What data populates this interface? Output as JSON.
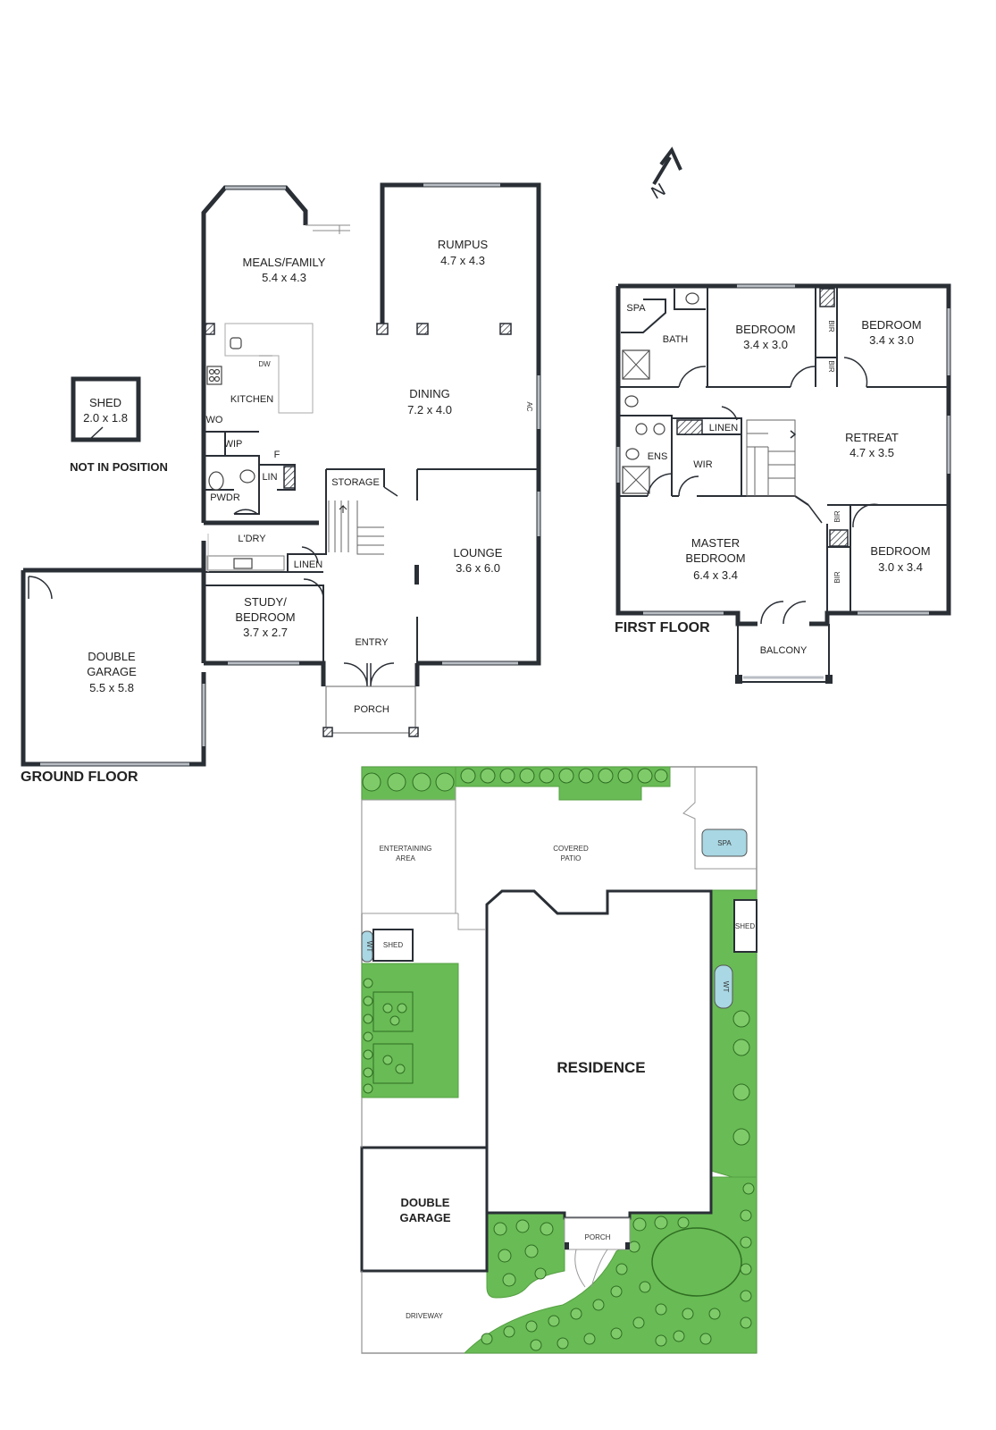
{
  "compass": {
    "label": "N"
  },
  "ground_floor": {
    "label": "GROUND FLOOR",
    "rooms": {
      "meals": {
        "name": "MEALS/FAMILY",
        "size": "5.4 x 4.3"
      },
      "rumpus": {
        "name": "RUMPUS",
        "size": "4.7 x 4.3"
      },
      "dining": {
        "name": "DINING",
        "size": "7.2 x 4.0"
      },
      "kitchen": {
        "name": "KITCHEN"
      },
      "dw": {
        "name": "DW"
      },
      "wo": {
        "name": "WO"
      },
      "wip": {
        "name": "WIP"
      },
      "f": {
        "name": "F"
      },
      "lin": {
        "name": "LIN"
      },
      "pwdr": {
        "name": "PWDR"
      },
      "storage": {
        "name": "STORAGE"
      },
      "ldry": {
        "name": "L'DRY"
      },
      "linen": {
        "name": "LINEN"
      },
      "lounge": {
        "name": "LOUNGE",
        "size": "3.6 x 6.0"
      },
      "study_line1": {
        "name": "STUDY/"
      },
      "study": {
        "name": "BEDROOM",
        "size": "3.7 x 2.7"
      },
      "entry": {
        "name": "ENTRY"
      },
      "porch": {
        "name": "PORCH"
      },
      "ac": {
        "name": "AC"
      },
      "garage_line1": {
        "name": "DOUBLE"
      },
      "garage": {
        "name": "GARAGE",
        "size": "5.5 x 5.8"
      }
    }
  },
  "shed": {
    "name": "SHED",
    "size": "2.0 x 1.8",
    "note": "NOT IN POSITION"
  },
  "first_floor": {
    "label": "FIRST FLOOR",
    "rooms": {
      "spa": {
        "name": "SPA"
      },
      "bath": {
        "name": "BATH"
      },
      "bed1": {
        "name": "BEDROOM",
        "size": "3.4 x 3.0"
      },
      "bed2": {
        "name": "BEDROOM",
        "size": "3.4 x 3.0"
      },
      "bir_a": {
        "name": "BIR"
      },
      "bir_b": {
        "name": "BIR"
      },
      "bir_c": {
        "name": "BIR"
      },
      "bir_d": {
        "name": "BIR"
      },
      "linen": {
        "name": "LINEN"
      },
      "retreat": {
        "name": "RETREAT",
        "size": "4.7 x 3.5"
      },
      "ens": {
        "name": "ENS"
      },
      "wir": {
        "name": "WIR"
      },
      "master_line1": {
        "name": "MASTER"
      },
      "master": {
        "name": "BEDROOM",
        "size": "6.4 x 3.4"
      },
      "bed3": {
        "name": "BEDROOM",
        "size": "3.0 x 3.4"
      },
      "balcony": {
        "name": "BALCONY"
      }
    }
  },
  "site_plan": {
    "residence": "RESIDENCE",
    "entertaining_line1": "ENTERTAINING",
    "entertaining_line2": "AREA",
    "covered_line1": "COVERED",
    "covered_line2": "PATIO",
    "spa": "SPA",
    "shed_left": "SHED",
    "shed_right": "SHED",
    "wt_left": "WT",
    "wt_right": "WT",
    "garage_line1": "DOUBLE",
    "garage_line2": "GARAGE",
    "porch": "PORCH",
    "driveway": "DRIVEWAY"
  },
  "colors": {
    "wall": "#2a2f36",
    "garden": "#69bb55",
    "tree": "#7fcb6a"
  }
}
